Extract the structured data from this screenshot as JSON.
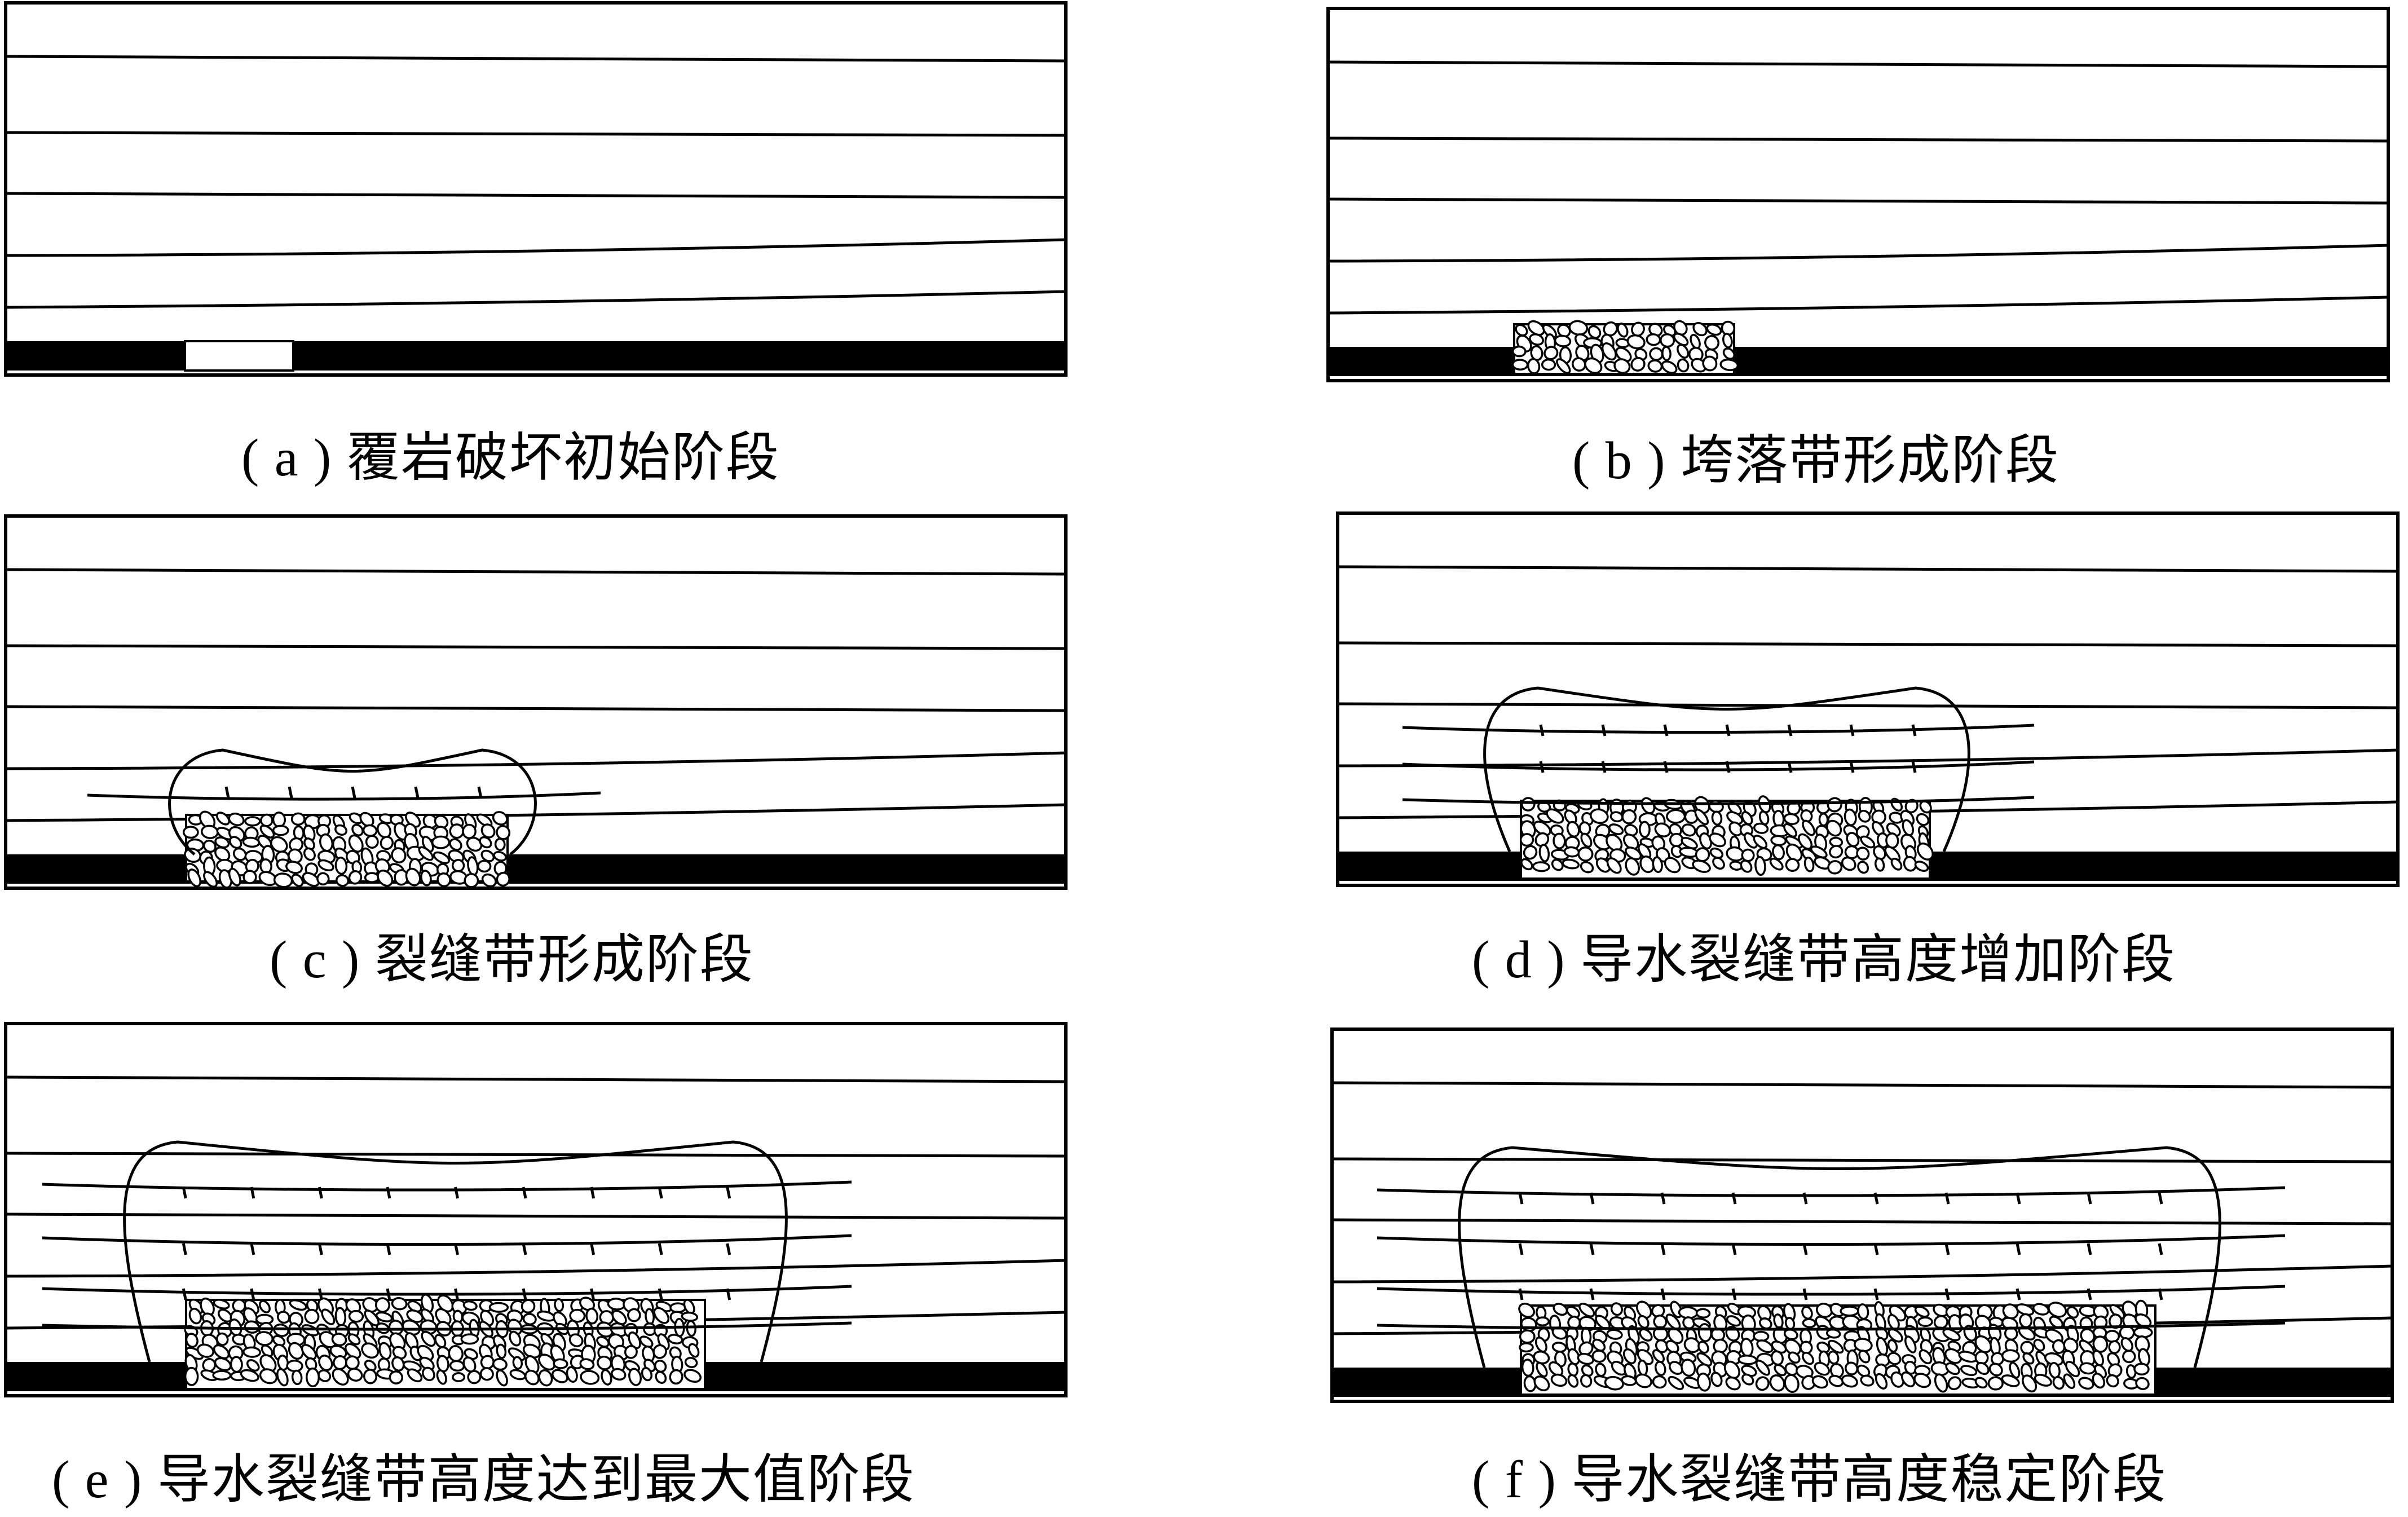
{
  "panels": [
    {
      "id": "a",
      "caption": "( a ) 覆岩破坏初始阶段"
    },
    {
      "id": "b",
      "caption": "( b ) 垮落带形成阶段"
    },
    {
      "id": "c",
      "caption": "( c ) 裂缝带形成阶段"
    },
    {
      "id": "d",
      "caption": "( d ) 导水裂缝带高度增加阶段"
    },
    {
      "id": "e",
      "caption": "( e ) 导水裂缝带高度达到最大值阶段"
    },
    {
      "id": "f",
      "caption": "( f ) 导水裂缝带高度稳定阶段"
    }
  ],
  "colors": {
    "line": "#000000",
    "background": "#ffffff",
    "coal": "#000000"
  }
}
